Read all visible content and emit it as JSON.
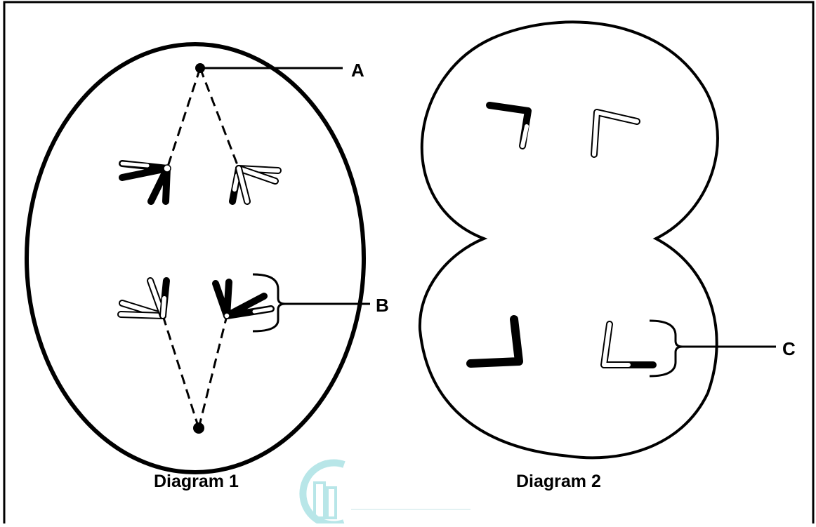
{
  "labels": {
    "a": "A",
    "b": "B",
    "c": "C"
  },
  "captions": {
    "diagram1": "Diagram 1",
    "diagram2": "Diagram 2"
  },
  "colors": {
    "outline": "#000000",
    "background": "#ffffff",
    "watermark": "#7fd3d6"
  }
}
